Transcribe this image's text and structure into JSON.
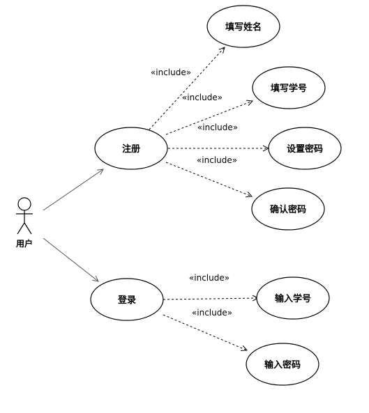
{
  "actor": {
    "label": "用户"
  },
  "use_cases": {
    "register": "注册",
    "login": "登录",
    "fill_name": "填写姓名",
    "fill_student_id": "填写学号",
    "set_password": "设置密码",
    "confirm_password": "确认密码",
    "input_student_id": "输入学号",
    "input_password": "输入密码"
  },
  "relations": {
    "include_label": "«include»"
  }
}
